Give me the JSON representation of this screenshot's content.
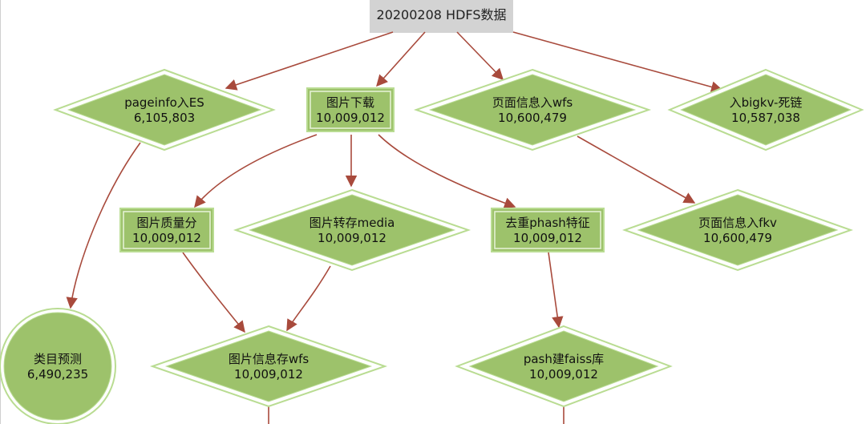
{
  "root": {
    "label": "20200208 HDFS数据"
  },
  "nodes": [
    {
      "id": "pageinfo",
      "shape": "diamond",
      "line1": "pageinfo入ES",
      "line2": "6,105,803"
    },
    {
      "id": "img_download",
      "shape": "box",
      "line1": "图片下载",
      "line2": "10,009,012"
    },
    {
      "id": "page_wfs",
      "shape": "diamond",
      "line1": "页面信息入wfs",
      "line2": "10,600,479"
    },
    {
      "id": "bigkv",
      "shape": "diamond",
      "line1": "入bigkv-死链",
      "line2": "10,587,038"
    },
    {
      "id": "img_quality",
      "shape": "box",
      "line1": "图片质量分",
      "line2": "10,009,012"
    },
    {
      "id": "img_media",
      "shape": "diamond",
      "line1": "图片转存media",
      "line2": "10,009,012"
    },
    {
      "id": "phash",
      "shape": "box",
      "line1": "去重phash特征",
      "line2": "10,009,012"
    },
    {
      "id": "page_fkv",
      "shape": "diamond",
      "line1": "页面信息入fkv",
      "line2": "10,600,479"
    },
    {
      "id": "category",
      "shape": "circle",
      "line1": "类目预测",
      "line2": "6,490,235"
    },
    {
      "id": "img_info_wfs",
      "shape": "diamond",
      "line1": "图片信息存wfs",
      "line2": "10,009,012"
    },
    {
      "id": "pash_faiss",
      "shape": "diamond",
      "line1": "pash建faiss库",
      "line2": "10,009,012"
    }
  ],
  "edges": [
    [
      "root",
      "pageinfo"
    ],
    [
      "root",
      "img_download"
    ],
    [
      "root",
      "page_wfs"
    ],
    [
      "root",
      "bigkv"
    ],
    [
      "img_download",
      "img_quality"
    ],
    [
      "img_download",
      "img_media"
    ],
    [
      "img_download",
      "phash"
    ],
    [
      "page_wfs",
      "page_fkv"
    ],
    [
      "pageinfo",
      "category"
    ],
    [
      "img_quality",
      "img_info_wfs"
    ],
    [
      "img_media",
      "img_info_wfs"
    ],
    [
      "phash",
      "pash_faiss"
    ]
  ],
  "colors": {
    "node_fill": "#9dc26b",
    "node_border": "#b9dc92",
    "edge": "#a84a3c",
    "root_fill": "#d3d3d3"
  }
}
